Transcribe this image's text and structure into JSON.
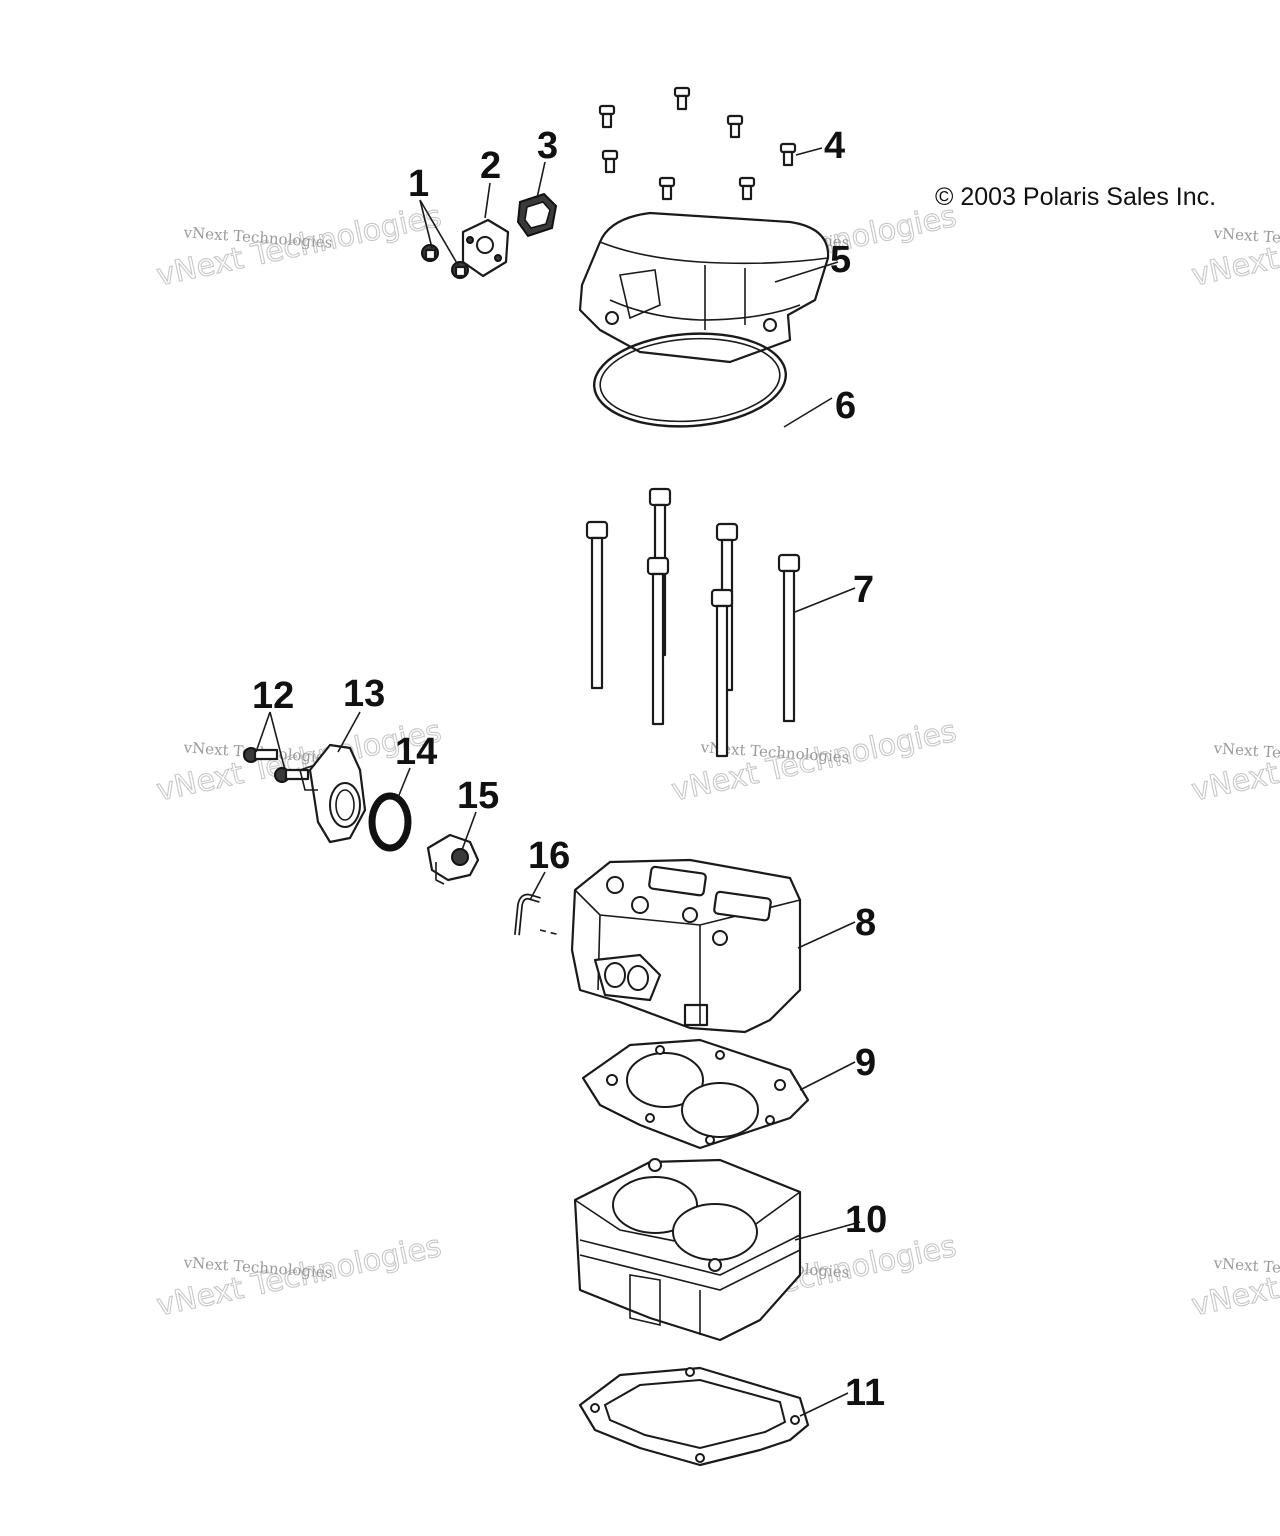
{
  "copyright": "© 2003 Polaris Sales Inc.",
  "watermark": {
    "big": "vNext Technologies",
    "small": "vNext Technologies"
  },
  "callouts": {
    "c1": "1",
    "c2": "2",
    "c3": "3",
    "c4": "4",
    "c5": "5",
    "c6": "6",
    "c7": "7",
    "c8": "8",
    "c9": "9",
    "c10": "10",
    "c11": "11",
    "c12": "12",
    "c13": "13",
    "c14": "14",
    "c15": "15",
    "c16": "16"
  }
}
